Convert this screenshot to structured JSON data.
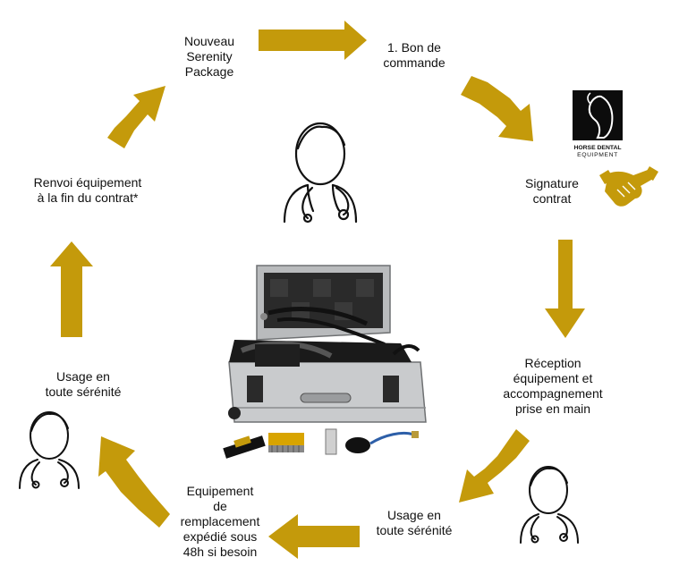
{
  "colors": {
    "arrow": "#c49a0b",
    "outline": "#111111",
    "logo_bg": "#0c0c0c",
    "logo_fg": "#ffffff"
  },
  "steps": {
    "nouveau": [
      "Nouveau",
      "Serenity",
      "Package"
    ],
    "bon_commande": [
      "1. Bon de",
      "commande"
    ],
    "signature": [
      "Signature",
      "contrat"
    ],
    "reception": [
      "Réception",
      "équipement et",
      "accompagnement",
      "prise en main"
    ],
    "usage_right": [
      "Usage en",
      "toute sérénité"
    ],
    "equipement": [
      "Equipement",
      "de",
      "remplacement",
      "expédié sous",
      "48h si besoin"
    ],
    "usage_left": [
      "Usage en",
      "toute sérénité"
    ],
    "renvoi": [
      "Renvoi équipement",
      "à la fin du contrat*"
    ]
  },
  "logo": {
    "line1": "HORSE DENTAL",
    "line2": "EQUIPMENT"
  },
  "icons": [
    "doctor-icon",
    "handshake-icon",
    "horse-logo-icon",
    "equipment-case-image",
    "stethoscope-icon"
  ]
}
